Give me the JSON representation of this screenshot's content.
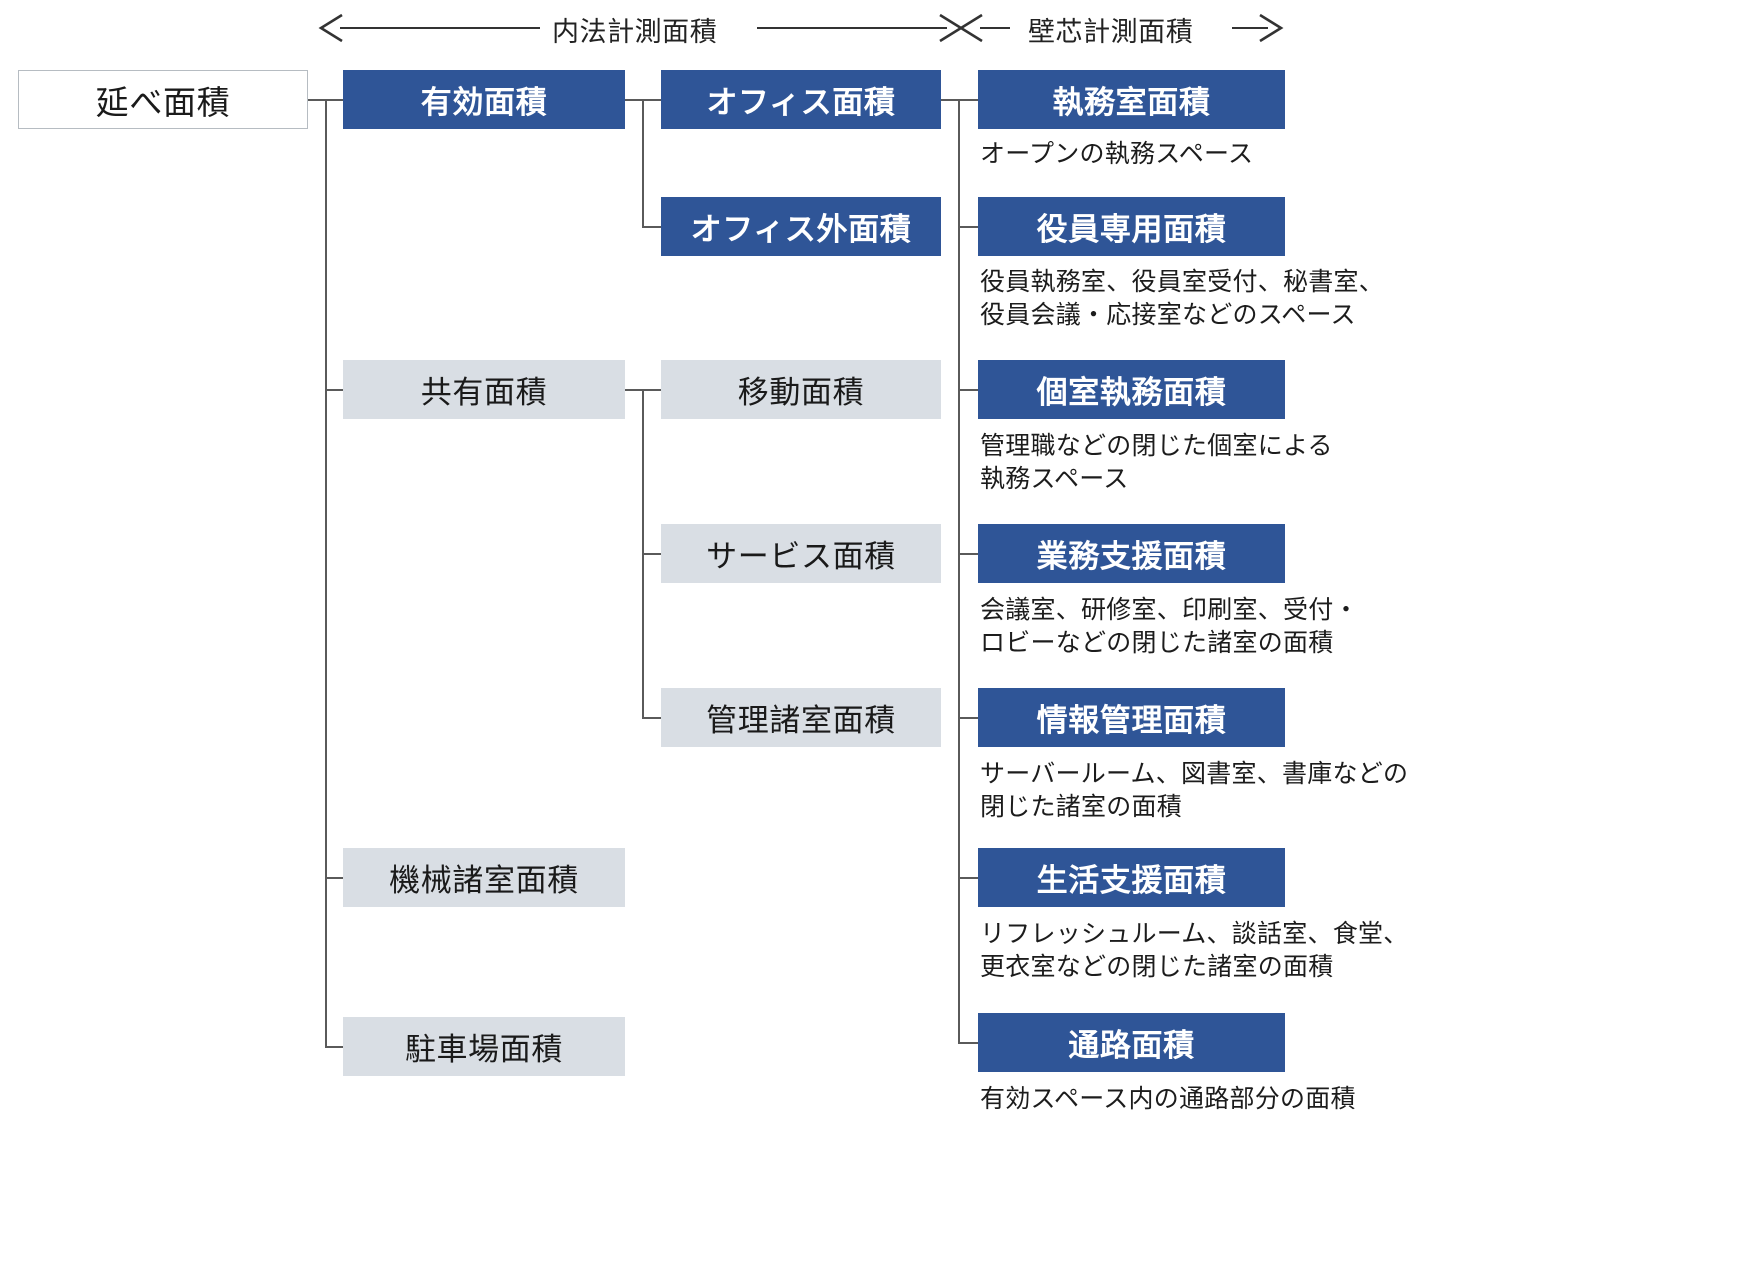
{
  "header": {
    "left_measure_label": "内法計測面積",
    "right_measure_label": "壁芯計測面積"
  },
  "root": {
    "label": "延べ面積"
  },
  "level2": [
    {
      "label": "有効面積",
      "style": "blue"
    },
    {
      "label": "共有面積",
      "style": "gray"
    },
    {
      "label": "機械諸室面積",
      "style": "gray"
    },
    {
      "label": "駐車場面積",
      "style": "gray"
    }
  ],
  "level3": [
    {
      "label": "オフィス面積",
      "style": "blue"
    },
    {
      "label": "オフィス外面積",
      "style": "blue"
    },
    {
      "label": "移動面積",
      "style": "gray"
    },
    {
      "label": "サービス面積",
      "style": "gray"
    },
    {
      "label": "管理諸室面積",
      "style": "gray"
    }
  ],
  "level4": [
    {
      "label": "執務室面積",
      "description": "オープンの執務スペース"
    },
    {
      "label": "役員専用面積",
      "description": "役員執務室、役員室受付、秘書室、\n役員会議・応接室などのスペース"
    },
    {
      "label": "個室執務面積",
      "description": "管理職などの閉じた個室による\n執務スペース"
    },
    {
      "label": "業務支援面積",
      "description": "会議室、研修室、印刷室、受付・\nロビーなどの閉じた諸室の面積"
    },
    {
      "label": "情報管理面積",
      "description": "サーバールーム、図書室、書庫などの\n閉じた諸室の面積"
    },
    {
      "label": "生活支援面積",
      "description": "リフレッシュルーム、談話室、食堂、\n更衣室などの閉じた諸室の面積"
    },
    {
      "label": "通路面積",
      "description": "有効スペース内の通路部分の面積"
    }
  ],
  "colors": {
    "blue_fill": "#2f5597",
    "gray_fill": "#d9dee4",
    "white_fill": "#ffffff",
    "border_gray": "#b6bcc2",
    "line": "#5a5a5a",
    "text_dark": "#1a1a1a",
    "text_light": "#ffffff"
  }
}
